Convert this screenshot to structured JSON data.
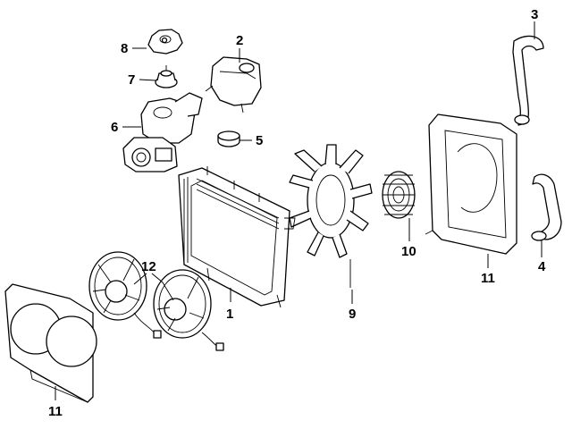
{
  "callouts": {
    "c1": "1",
    "c2": "2",
    "c3": "3",
    "c4": "4",
    "c5": "5",
    "c6": "6",
    "c7": "7",
    "c8": "8",
    "c9": "9",
    "c10": "10",
    "c11a": "11",
    "c11b": "11",
    "c12": "12"
  }
}
